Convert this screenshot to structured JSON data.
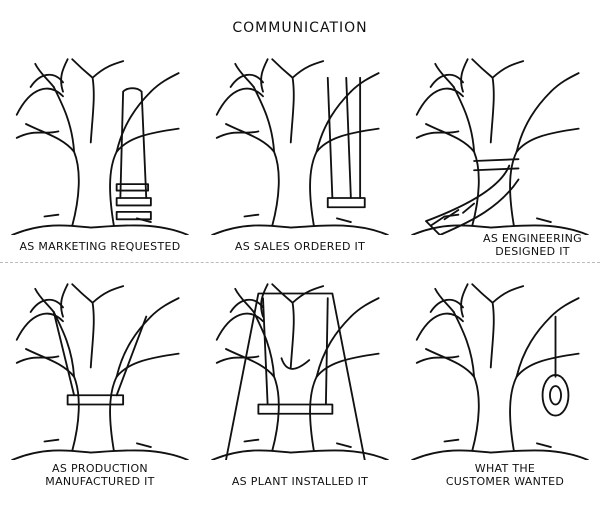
{
  "title": "COMMUNICATION",
  "panels": [
    {
      "caption": "AS MARKETING REQUESTED"
    },
    {
      "caption": "AS SALES ORDERED IT"
    },
    {
      "caption": "AS ENGINEERING\nDESIGNED IT"
    },
    {
      "caption": "AS PRODUCTION\nMANUFACTURED IT"
    },
    {
      "caption": "AS PLANT INSTALLED IT"
    },
    {
      "caption": "WHAT THE\nCUSTOMER WANTED"
    }
  ]
}
